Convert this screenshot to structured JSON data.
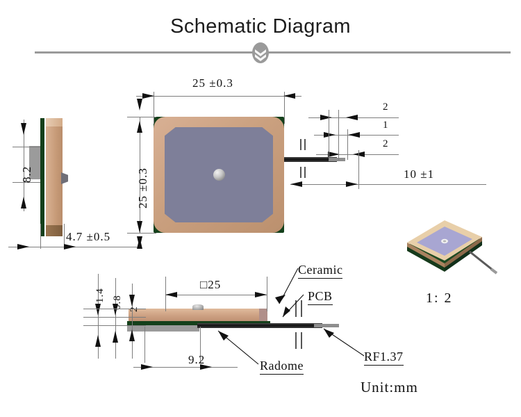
{
  "page": {
    "title": "Schematic Diagram",
    "unit_note": "Unit:mm",
    "scale_note": "1: 2"
  },
  "divider": {
    "badge_icon": "double-chevron-down-icon"
  },
  "dimensions": {
    "top_width": "25 ±0.3",
    "top_height": "25 ±0.3",
    "side_height": "8.2",
    "side_thickness": "4.7 ±0.5",
    "cable_offset_a": "2",
    "cable_offset_b": "1",
    "cable_offset_c": "2",
    "cable_length": "10 ±1",
    "elev_width": "□25",
    "elev_total_height": "1.4",
    "elev_ceramic_height": "0.8",
    "elev_pcb_height": "2",
    "elev_radome_width": "9.2"
  },
  "callouts": {
    "ceramic": "Ceramic",
    "pcb": "PCB",
    "radome": "Radome",
    "coax": "RF1.37"
  },
  "colors": {
    "ceramic": "#cda183",
    "patch": "#7e7f99",
    "pcb_green": "#14401b",
    "radome_gray": "#9b9b9b",
    "coax_black": "#111111",
    "line_gray": "#7d7d7d",
    "text_black": "#111111",
    "divider_gray": "#9a9a9a"
  },
  "views": {
    "top": "top-plan-view",
    "side": "left-side-view",
    "elevation": "bottom-elevation-view",
    "iso": "isometric-3d-view"
  }
}
